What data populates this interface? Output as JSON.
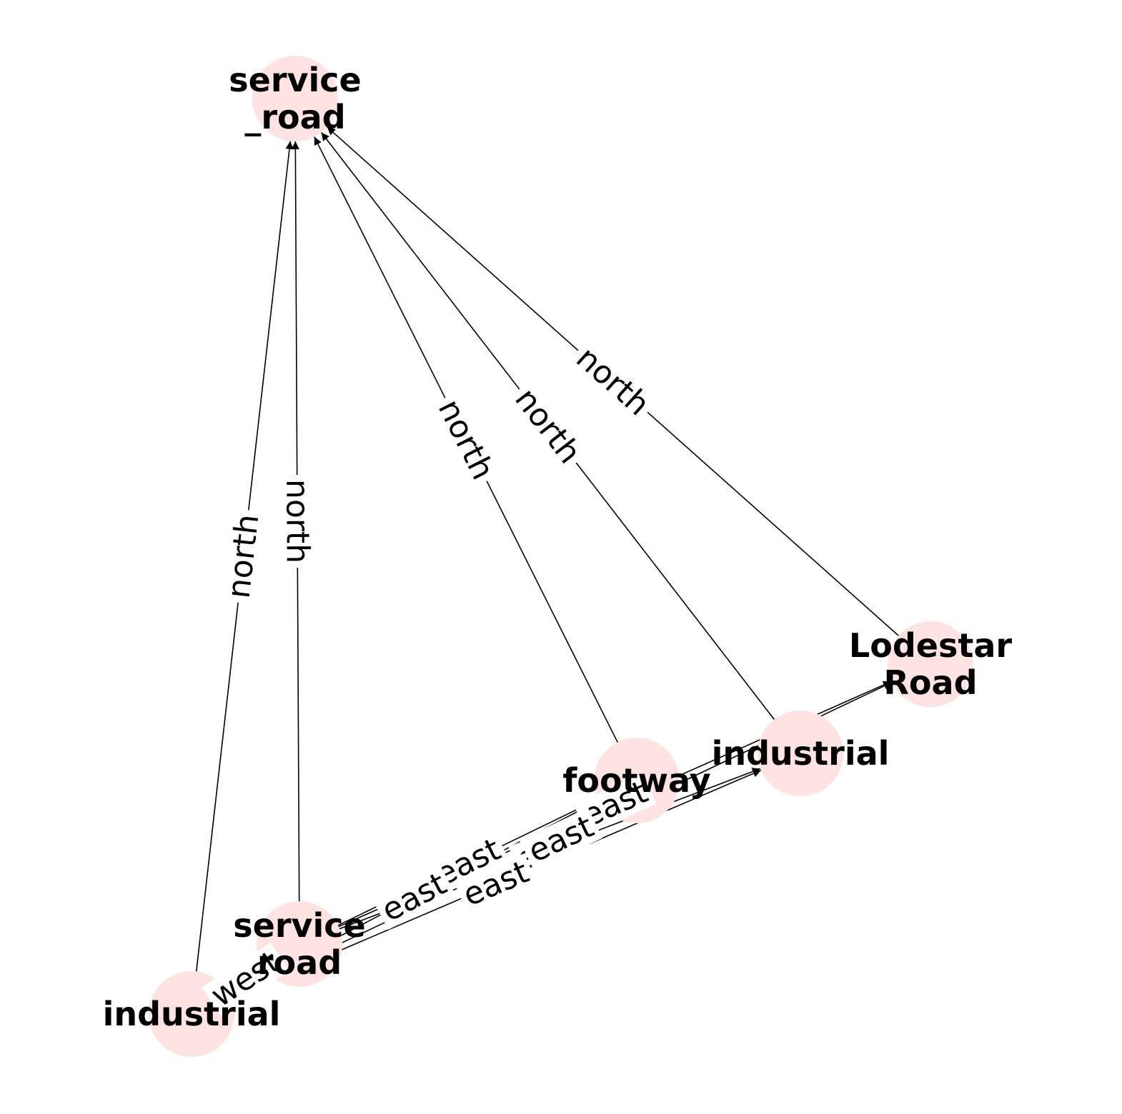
{
  "colors": {
    "node_fill": "#ffe3e3",
    "edge": "#000000",
    "text": "#000000",
    "background": "#ffffff"
  },
  "nodes": [
    {
      "id": "n_service_road_top",
      "label_lines": [
        "service",
        "_road"
      ]
    },
    {
      "id": "n_lodestar",
      "label_lines": [
        "Lodestar",
        "Road"
      ]
    },
    {
      "id": "n_industrial_mid",
      "label_lines": [
        "industrial"
      ]
    },
    {
      "id": "n_footway",
      "label_lines": [
        "footway"
      ]
    },
    {
      "id": "n_service_road_low",
      "label_lines": [
        "service",
        "road"
      ]
    },
    {
      "id": "n_industrial_low",
      "label_lines": [
        "industrial"
      ]
    }
  ],
  "edges": [
    {
      "from": "n_industrial_low",
      "to": "n_service_road_top",
      "label": "north"
    },
    {
      "from": "n_service_road_low",
      "to": "n_service_road_top",
      "label": "north"
    },
    {
      "from": "n_footway",
      "to": "n_service_road_top",
      "label": "north"
    },
    {
      "from": "n_industrial_mid",
      "to": "n_service_road_top",
      "label": "north"
    },
    {
      "from": "n_lodestar",
      "to": "n_service_road_top",
      "label": "north"
    },
    {
      "from": "n_service_road_low",
      "to": "n_lodestar",
      "label": "east"
    },
    {
      "from": "n_service_road_low",
      "to": "n_industrial_mid",
      "label": "east"
    },
    {
      "from": "n_service_road_low",
      "to": "n_footway",
      "label": "east"
    },
    {
      "from": "n_service_road_low",
      "to": "n_industrial_low",
      "label": "west"
    },
    {
      "from": "n_industrial_low",
      "to": "n_lodestar",
      "label": "east"
    },
    {
      "from": "n_industrial_low",
      "to": "n_industrial_mid",
      "label": "east"
    },
    {
      "from": "n_industrial_low",
      "to": "n_footway",
      "label": "east"
    }
  ]
}
